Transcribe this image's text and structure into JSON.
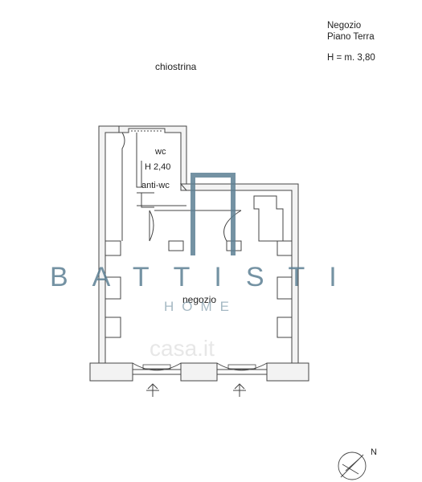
{
  "header": {
    "title_line1": "Negozio",
    "title_line2": "Piano Terra",
    "height_note": "H = m. 3,80"
  },
  "labels": {
    "courtyard": "chiostrina",
    "wc": "wc",
    "wc_height": "H 2,40",
    "anti_wc": "anti-wc",
    "shop": "negozio"
  },
  "watermark": {
    "brand": "BATTISTI",
    "sub": "HOME",
    "site": "casa.it"
  },
  "compass": {
    "north": "N"
  },
  "colors": {
    "wall": "#f2f2f2",
    "line": "#444444",
    "watermark": "#5c7f93"
  }
}
